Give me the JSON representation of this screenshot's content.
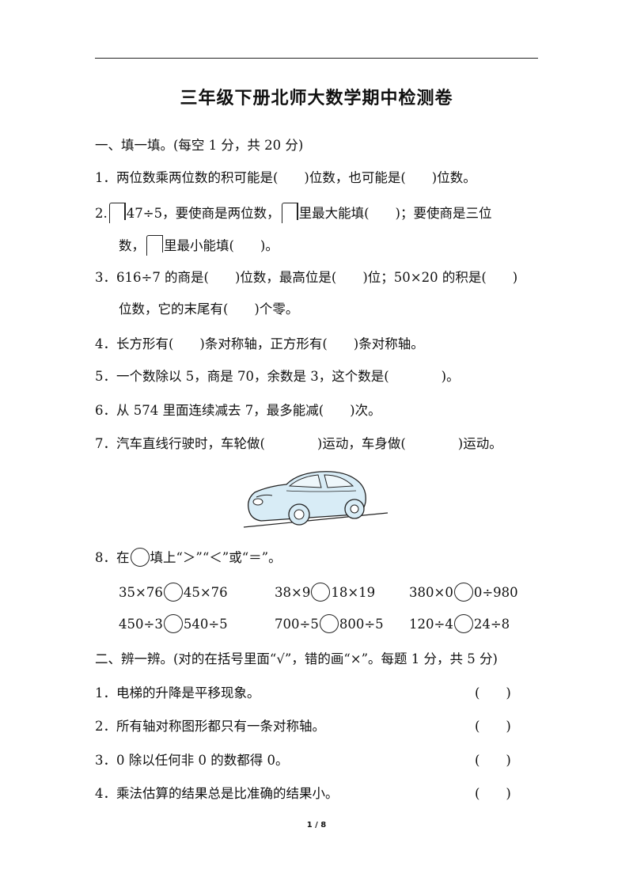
{
  "title": "三年级下册北师大数学期中检测卷",
  "section1": {
    "heading": "一、填一填。(每空 1 分，共 20 分)",
    "q1": "1．两位数乘两位数的积可能是(　　)位数，也可能是(　　)位数。",
    "q2_prefix": "2.",
    "q2_a": "47÷5，要使商是两位数，",
    "q2_b": "里最大能填(　　)；要使商是三位",
    "q2_c": "数，",
    "q2_d": "里最小能填(　　)。",
    "q3_line1": "3．616÷7 的商是(　　)位数，最高位是(　　)位；50×20 的积是(　　)",
    "q3_line2": "位数，它的末尾有(　　)个零。",
    "q4": "4．长方形有(　　)条对称轴，正方形有(　　)条对称轴。",
    "q5": "5．一个数除以 5，商是 70，余数是 3，这个数是(　　　　)。",
    "q6": "6．从 574 里面连续减去 7，最多能减(　　)次。",
    "q7": "7．汽车直线行驶时，车轮做(　　　　)运动，车身做(　　　　)运动。",
    "q8_a": "8．在",
    "q8_b": "填上“＞”“＜”或“＝”。",
    "compare_row1": [
      {
        "left": "35×76",
        "right": "45×76"
      },
      {
        "left": "38×9",
        "right": "18×19"
      },
      {
        "left": "380×0",
        "right": "0÷980"
      }
    ],
    "compare_row2": [
      {
        "left": "450÷3",
        "right": "540÷5"
      },
      {
        "left": "700÷5",
        "right": "800÷5"
      },
      {
        "left": "120÷4",
        "right": "24÷8"
      }
    ]
  },
  "section2": {
    "heading": "二、辨一辨。(对的在括号里面“√”，错的画“×”。每题 1 分，共 5 分)",
    "items": [
      "1．电梯的升降是平移现象。",
      "2．所有轴对称图形都只有一条对称轴。",
      "3．0 除以任何非 0 的数都得 0。",
      "4．乘法估算的结果总是比准确的结果小。"
    ],
    "paren": "(　　)"
  },
  "footer": "1 / 8",
  "colors": {
    "car_body": "#d8ecf6",
    "ink": "#222222"
  }
}
